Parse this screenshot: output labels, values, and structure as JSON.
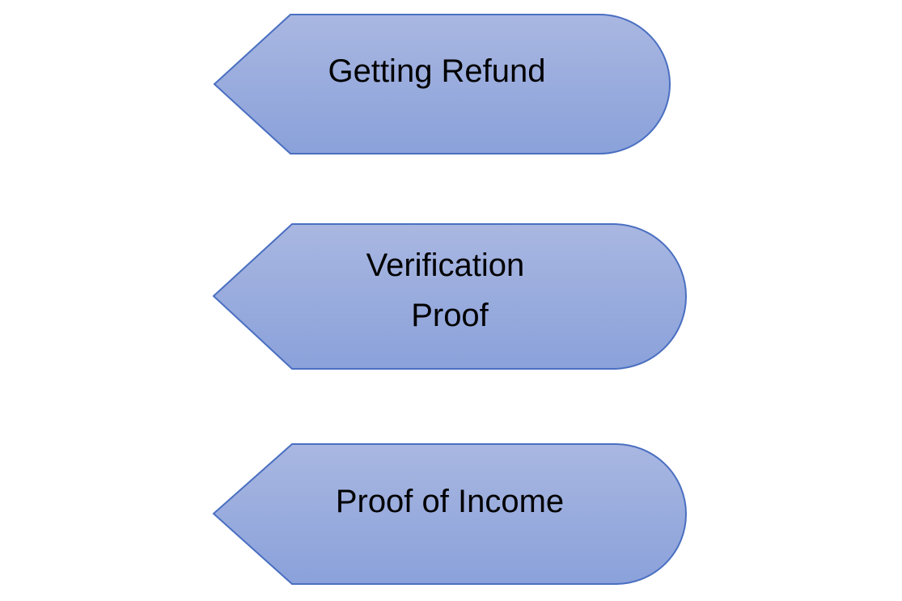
{
  "colors": {
    "fill_top": "#a9b7e1",
    "fill_bottom": "#8aa1da",
    "stroke": "#4a6fc1",
    "text": "#000000",
    "background": "#ffffff"
  },
  "shapes": [
    {
      "label_lines": [
        "Getting Refund"
      ]
    },
    {
      "label_lines": [
        "Verification",
        "Proof"
      ]
    },
    {
      "label_lines": [
        "Proof of Income"
      ]
    }
  ]
}
